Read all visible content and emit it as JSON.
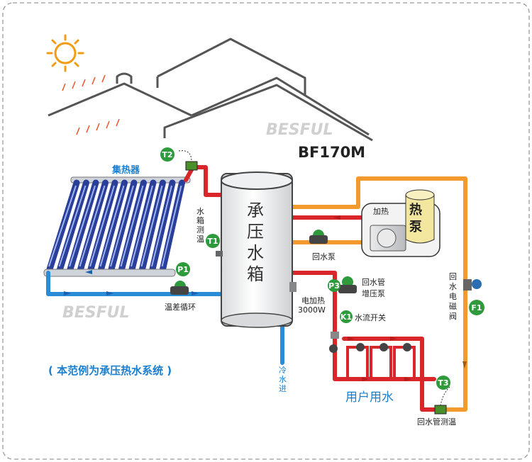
{
  "brand": {
    "watermark": "BESFUL",
    "model": "BF170M"
  },
  "collector": {
    "label": "集热器"
  },
  "tank": {
    "label": "承压水箱"
  },
  "sensors": {
    "t1": "T1",
    "t2": "T2",
    "t3": "T3",
    "t1_label": "水箱测温",
    "t3_label": "回水管测温"
  },
  "pumps": {
    "p1": "P1",
    "p1_label": "温差循环",
    "p3": "P3",
    "p3_label_1": "回水管",
    "p3_label_2": "增压泵",
    "return_pump_label": "回水泵"
  },
  "switch": {
    "k1": "K1",
    "label": "水流开关"
  },
  "valve": {
    "f1": "F1",
    "label": "回水电磁阀"
  },
  "heat_pump": {
    "label": "热泵",
    "heating": "加热"
  },
  "heater": {
    "label_1": "电加热",
    "label_2": "3000W"
  },
  "cold_in": {
    "label": "冷水进"
  },
  "users": {
    "label": "用户用水"
  },
  "note": {
    "text": "( 本范例为承压热水系统 )"
  },
  "colors": {
    "hot": "#d8262a",
    "cold": "#2a8bd6",
    "warm": "#f29a2e",
    "badge": "#2e9a3c",
    "blue_text": "#1a7fcf"
  }
}
